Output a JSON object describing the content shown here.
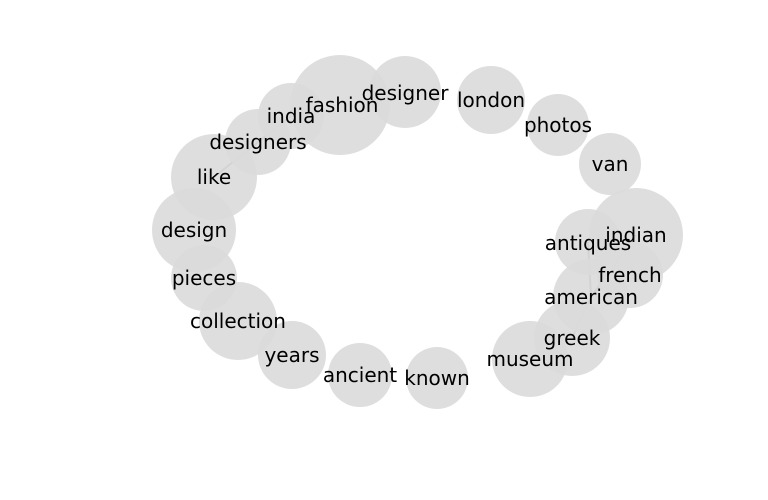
{
  "colors": {
    "node_fill": "#dadada",
    "edge": "#8f8f8f",
    "label": "#000000"
  },
  "graph": {
    "nodes": [
      {
        "id": "fashion",
        "label": "fashion"
      },
      {
        "id": "designer",
        "label": "designer"
      },
      {
        "id": "london",
        "label": "london"
      },
      {
        "id": "photos",
        "label": "photos"
      },
      {
        "id": "van",
        "label": "van"
      },
      {
        "id": "indian",
        "label": "indian"
      },
      {
        "id": "antiques",
        "label": "antiques"
      },
      {
        "id": "french",
        "label": "french"
      },
      {
        "id": "american",
        "label": "american"
      },
      {
        "id": "greek",
        "label": "greek"
      },
      {
        "id": "museum",
        "label": "museum"
      },
      {
        "id": "known",
        "label": "known"
      },
      {
        "id": "ancient",
        "label": "ancient"
      },
      {
        "id": "years",
        "label": "years"
      },
      {
        "id": "collection",
        "label": "collection"
      },
      {
        "id": "pieces",
        "label": "pieces"
      },
      {
        "id": "design",
        "label": "design"
      },
      {
        "id": "like",
        "label": "like"
      },
      {
        "id": "designers",
        "label": "designers"
      },
      {
        "id": "india",
        "label": "india"
      }
    ],
    "edges": [
      {
        "from": "like",
        "to": "india"
      },
      {
        "from": "indian",
        "to": "american"
      },
      {
        "from": "antiques",
        "to": "american"
      },
      {
        "from": "american",
        "to": "greek"
      }
    ]
  }
}
